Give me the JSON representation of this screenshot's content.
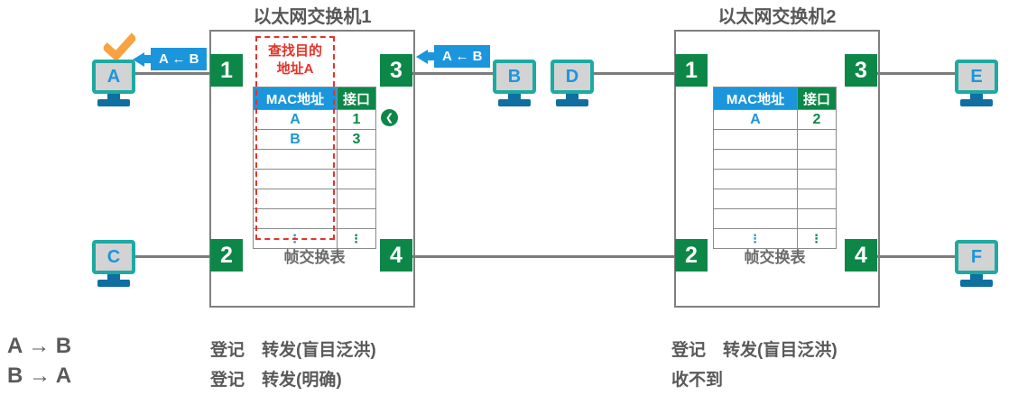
{
  "colors": {
    "blue": "#1b96dc",
    "green": "#0d8747",
    "teal_monitor": "#1daaa2",
    "dark_blue_stand": "#0f6fa0",
    "orange_check": "#f9a240",
    "red_dashed": "#e5332a",
    "text_gray": "#595959",
    "line_gray": "#7b7b7b"
  },
  "icons": {
    "checkmark": "✔",
    "return_chevron": "❮"
  },
  "switch1": {
    "title": "以太网交换机1",
    "ports": [
      "1",
      "2",
      "3",
      "4"
    ],
    "lookup": {
      "line1": "查找目的",
      "line2": "地址A"
    },
    "table": {
      "header": {
        "mac": "MAC地址",
        "port": "接口"
      },
      "rows": [
        {
          "mac": "A",
          "port": "1"
        },
        {
          "mac": "B",
          "port": "3"
        },
        {
          "mac": "",
          "port": ""
        },
        {
          "mac": "",
          "port": ""
        },
        {
          "mac": "",
          "port": ""
        },
        {
          "mac": "",
          "port": ""
        },
        {
          "mac": "⋮",
          "port": "⋮"
        }
      ],
      "caption": "帧交换表"
    }
  },
  "switch2": {
    "title": "以太网交换机2",
    "ports": [
      "1",
      "2",
      "3",
      "4"
    ],
    "table": {
      "header": {
        "mac": "MAC地址",
        "port": "接口"
      },
      "rows": [
        {
          "mac": "A",
          "port": "2"
        },
        {
          "mac": "",
          "port": ""
        },
        {
          "mac": "",
          "port": ""
        },
        {
          "mac": "",
          "port": ""
        },
        {
          "mac": "",
          "port": ""
        },
        {
          "mac": "",
          "port": ""
        },
        {
          "mac": "⋮",
          "port": "⋮"
        }
      ],
      "caption": "帧交换表"
    }
  },
  "hosts": [
    {
      "label": "A"
    },
    {
      "label": "B"
    },
    {
      "label": "C"
    },
    {
      "label": "D"
    },
    {
      "label": "E"
    },
    {
      "label": "F"
    }
  ],
  "frame_labels": [
    "A ← B",
    "A ← B"
  ],
  "annotations": {
    "scenarios": [
      "A → B",
      "B → A"
    ],
    "switch1_results": [
      "登记　转发(盲目泛洪)",
      "登记　转发(明确)"
    ],
    "switch2_results": [
      "登记　转发(盲目泛洪)",
      "收不到"
    ]
  }
}
